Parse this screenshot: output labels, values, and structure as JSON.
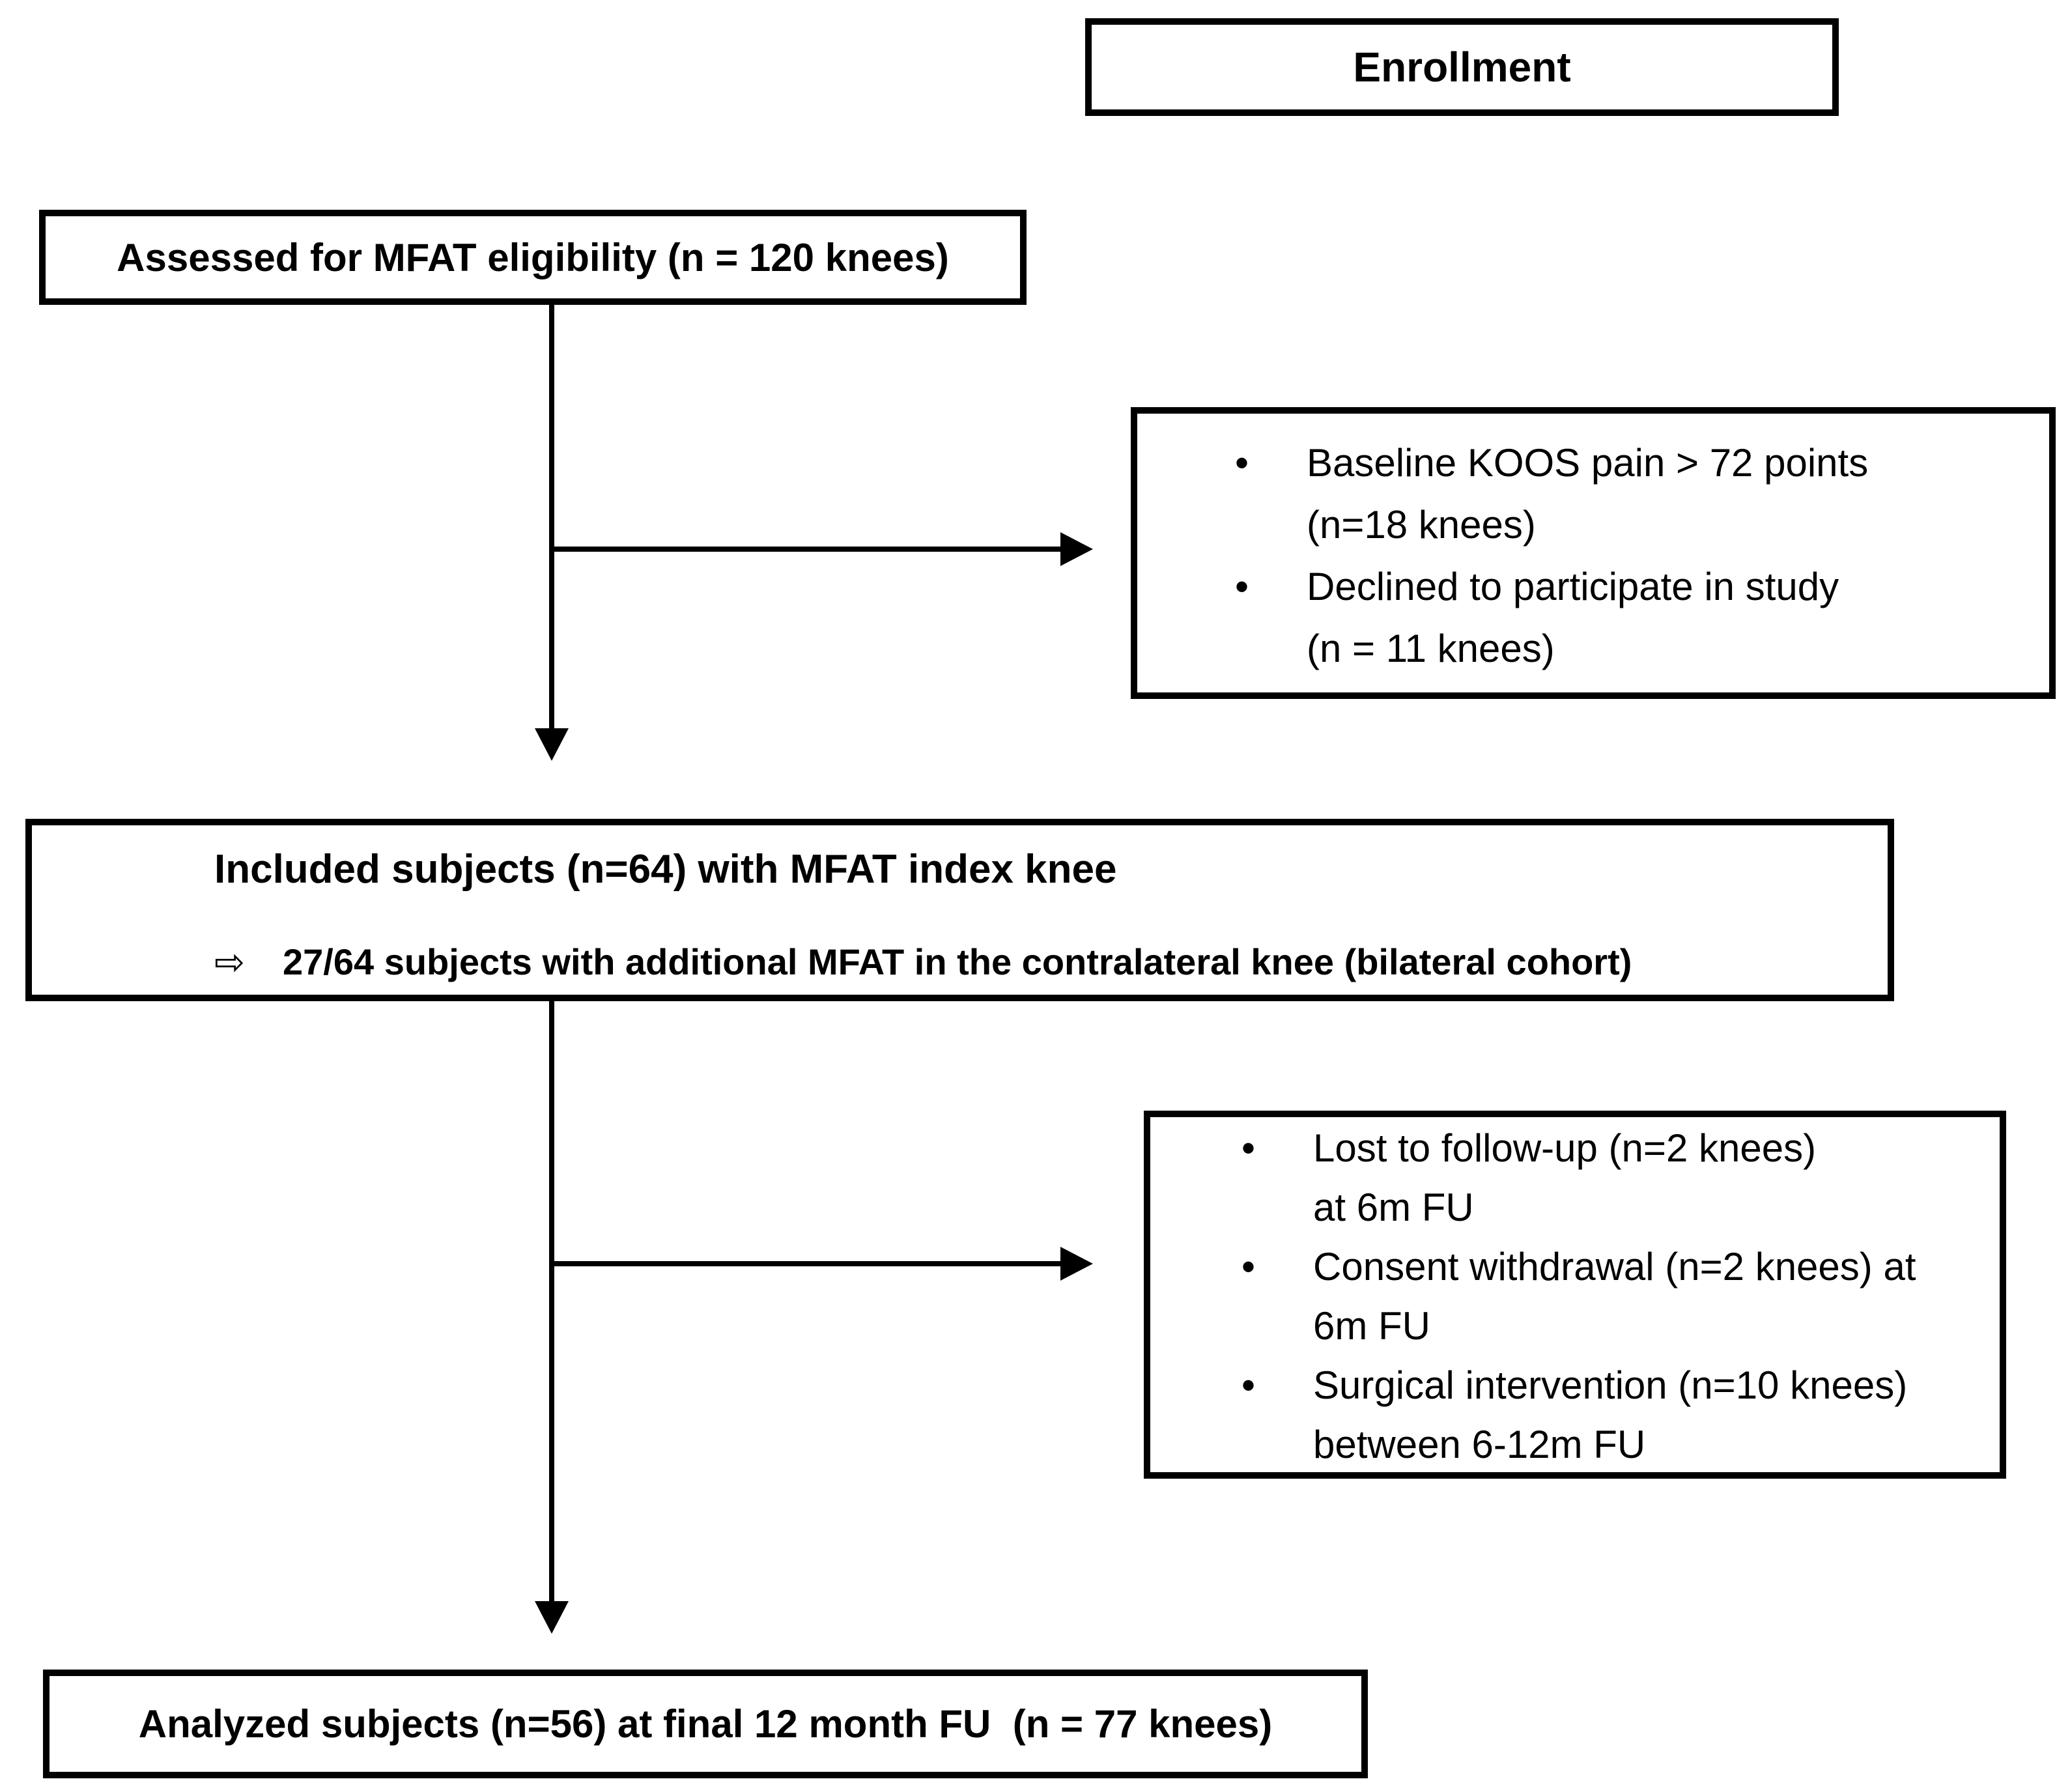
{
  "colors": {
    "ink": "#000000",
    "paper": "#ffffff"
  },
  "flow": {
    "enrollment": {
      "label": "Enrollment"
    },
    "assessed": {
      "label": "Assessed for MFAT eligibility (n = 120 knees)"
    },
    "exclusion1": {
      "bullet_glyph": "•",
      "items": [
        {
          "lines": [
            "Baseline KOOS pain > 72 points",
            "(n=18 knees)"
          ]
        },
        {
          "lines": [
            "Declined to participate in study",
            "(n = 11 knees)"
          ]
        }
      ]
    },
    "included": {
      "line1": "Included subjects (n=64) with MFAT index knee",
      "arrow_glyph": "⇨",
      "line2": "27/64 subjects with additional MFAT in the contralateral knee (bilateral cohort)"
    },
    "exclusion2": {
      "bullet_glyph": "•",
      "items": [
        {
          "lines": [
            "Lost to follow-up (n=2 knees)",
            "at 6m FU"
          ]
        },
        {
          "lines": [
            "Consent withdrawal (n=2 knees) at",
            "6m FU"
          ]
        },
        {
          "lines": [
            "Surgical intervention (n=10 knees)",
            "between 6-12m FU"
          ]
        }
      ]
    },
    "analyzed": {
      "label": "Analyzed subjects (n=56) at final 12 month FU  (n = 77 knees)"
    }
  }
}
